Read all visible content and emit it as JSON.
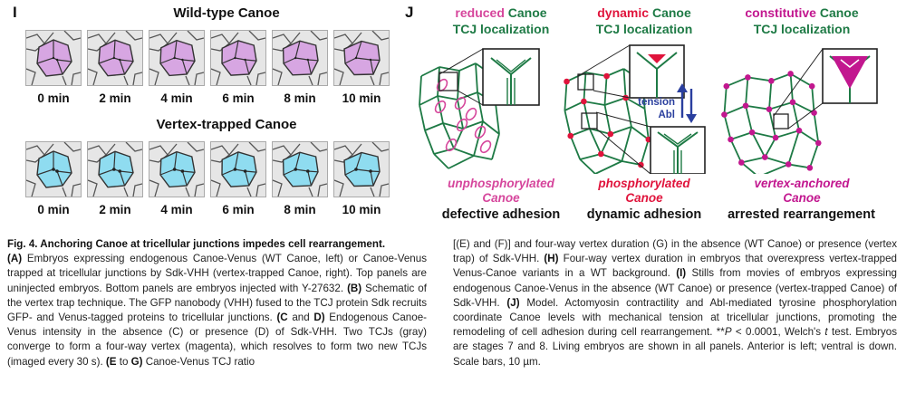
{
  "panel_I": {
    "label": "I",
    "row1_title": "Wild-type Canoe",
    "row2_title": "Vertex-trapped Canoe",
    "times": [
      "0 min",
      "2 min",
      "4 min",
      "6 min",
      "8 min",
      "10 min"
    ],
    "row1_fill": "#d7a6e2",
    "row2_fill": "#8fdcf0"
  },
  "panel_J": {
    "label": "J",
    "models": [
      {
        "head_word": "reduced",
        "head_rest": "Canoe",
        "head_line2": "TCJ localization",
        "sub_line1": "unphosphorylated",
        "sub_line2": "Canoe",
        "outcome": "defective adhesion"
      },
      {
        "head_word": "dynamic",
        "head_rest": "Canoe",
        "head_line2": "TCJ localization",
        "sub_line1": "phosphorylated",
        "sub_line2": "Canoe",
        "outcome": "dynamic adhesion"
      },
      {
        "head_word": "constitutive",
        "head_rest": "Canoe",
        "head_line2": "TCJ localization",
        "sub_line1": "vertex-anchored",
        "sub_line2": "Canoe",
        "outcome": "arrested rearrangement"
      }
    ],
    "arrow_labels": [
      "tension",
      "Abl"
    ],
    "colors": {
      "green": "#1e7a45",
      "pink": "#d6469c",
      "red": "#e0143c",
      "magenta": "#c2178f",
      "blue": "#2a3f9e"
    }
  },
  "caption": {
    "fig_label": "Fig. 4. Anchoring Canoe at tricellular junctions impedes cell rearrangement.",
    "col1": [
      {
        "t": "b",
        "v": "("
      },
      {
        "t": "b",
        "v": "A"
      },
      {
        "t": "b",
        "v": ")"
      },
      {
        "t": "n",
        "v": " Embryos expressing endogenous Canoe-Venus (WT Canoe, left) or Canoe-Venus trapped at tricellular junctions by Sdk-VHH (vertex-trapped Canoe, right). Top panels are uninjected embryos. Bottom panels are embryos injected with Y-27632. "
      },
      {
        "t": "b",
        "v": "(B)"
      },
      {
        "t": "n",
        "v": " Schematic of the vertex trap technique. The GFP nanobody (VHH) fused to the TCJ protein Sdk recruits GFP- and Venus-tagged proteins to tricellular junctions. "
      },
      {
        "t": "b",
        "v": "(C"
      },
      {
        "t": "n",
        "v": " and "
      },
      {
        "t": "b",
        "v": "D)"
      },
      {
        "t": "n",
        "v": " Endogenous Canoe-Venus intensity in the absence (C) or presence (D) of Sdk-VHH. Two TCJs (gray) converge to form a four-way vertex (magenta), which resolves to form two new TCJs (imaged every 30 s). "
      },
      {
        "t": "b",
        "v": "(E"
      },
      {
        "t": "n",
        "v": " to "
      },
      {
        "t": "b",
        "v": "G)"
      },
      {
        "t": "n",
        "v": " Canoe-Venus TCJ ratio"
      }
    ],
    "col2": [
      {
        "t": "n",
        "v": "[(E) and (F)] and four-way vertex duration (G) in the absence (WT Canoe) or presence (vertex trap) of Sdk-VHH. "
      },
      {
        "t": "b",
        "v": "(H)"
      },
      {
        "t": "n",
        "v": " Four-way vertex duration in embryos that overexpress vertex-trapped Venus-Canoe variants in a WT background. "
      },
      {
        "t": "b",
        "v": "(I)"
      },
      {
        "t": "n",
        "v": " Stills from movies of embryos expressing endogenous Canoe-Venus in the absence (WT Canoe) or presence (vertex-trapped Canoe) of Sdk-VHH. "
      },
      {
        "t": "b",
        "v": "(J)"
      },
      {
        "t": "n",
        "v": " Model. Actomyosin contractility and Abl-mediated tyrosine phosphorylation coordinate Canoe levels with mechanical tension at tricellular junctions, promoting the remodeling of cell adhesion during cell rearrangement. **"
      },
      {
        "t": "i",
        "v": "P"
      },
      {
        "t": "n",
        "v": " < 0.0001, Welch's "
      },
      {
        "t": "i",
        "v": "t"
      },
      {
        "t": "n",
        "v": " test. Embryos are stages 7 and 8. Living embryos are shown in all panels. Anterior is left; ventral is down. Scale bars, 10 µm."
      }
    ]
  }
}
